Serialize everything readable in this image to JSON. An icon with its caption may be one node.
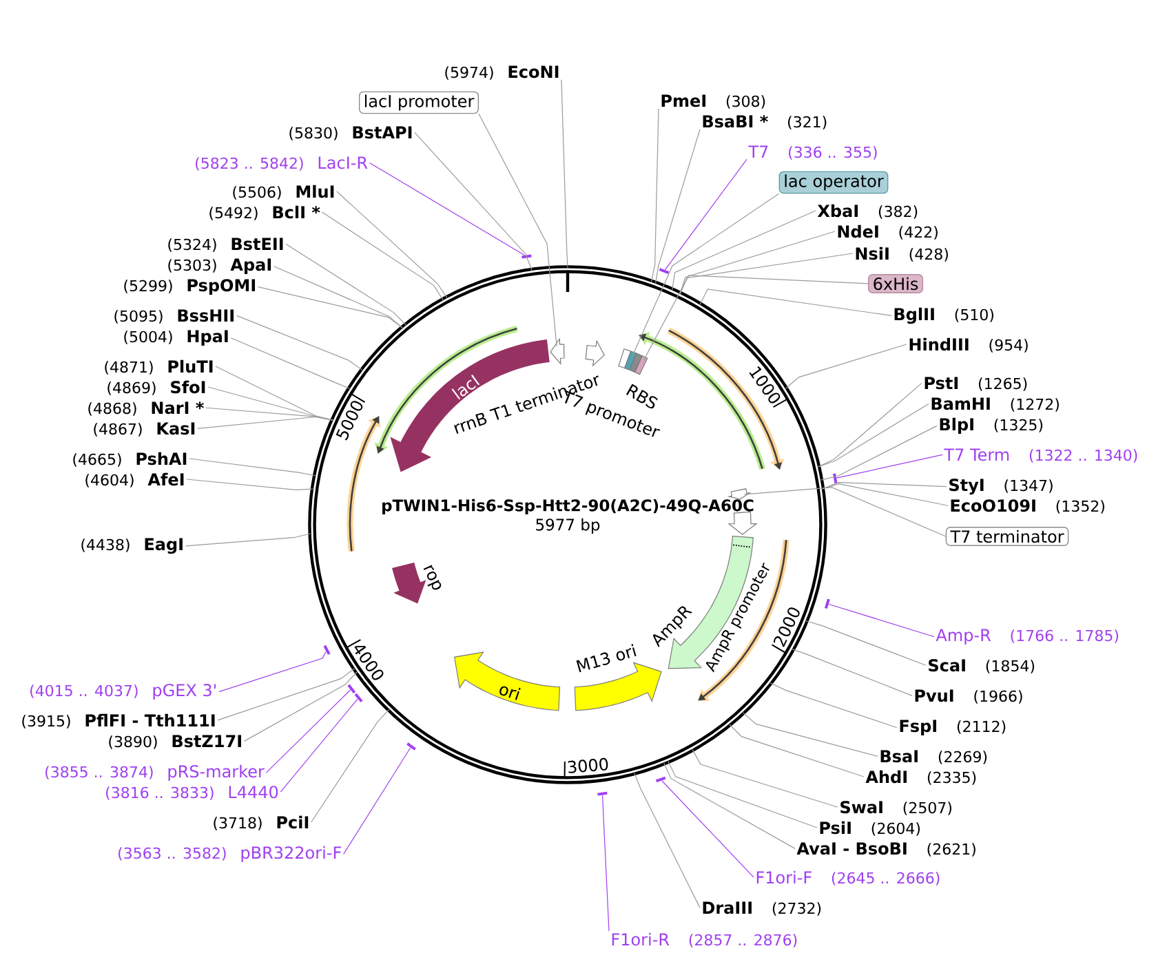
{
  "diagram": {
    "nodes": [
      {
        "text": [
          "pTWIN1-His6-Ssp-Htt2-90(A2C)-49Q-A60C",
          "5977 bp"
        ]
      },
      {
        "text": [
          "lacI"
        ],
        "in": 0
      },
      {
        "text": [],
        "shape": "arrow",
        "in": 0
      },
      {
        "text": [],
        "shape": "arrow",
        "beside": [
          "rrnB T1 terminator"
        ],
        "in": 0
      },
      {
        "text": [],
        "shape": "box",
        "beside": [
          "T7 promoter"
        ],
        "in": 0
      },
      {
        "text": [],
        "shape": "box",
        "in": 0
      },
      {
        "text": [],
        "shape": "box",
        "beside": [
          "RBS"
        ],
        "in": 0
      },
      {
        "text": [],
        "shape": "box",
        "in": 0
      },
      {
        "text": [],
        "shape": "arrow",
        "in": 0
      },
      {
        "text": [],
        "shape": "arrow",
        "in": 0
      },
      {
        "text": [],
        "shape": "arrow",
        "beside": [
          "AmpR"
        ],
        "in": 0
      },
      {
        "text": [],
        "shape": "arrow",
        "beside": [
          "M13 ori"
        ],
        "in": 0
      },
      {
        "text": [
          "ori"
        ],
        "in": 0
      },
      {
        "text": [],
        "shape": "arrow",
        "beside": [
          "rop"
        ],
        "in": 0
      },
      {
        "text": [
          "EcoNI"
        ],
        "beside": [
          "(5974)"
        ]
      },
      {
        "text": [
          "lacI promoter"
        ]
      },
      {
        "text": [
          "BstAPI"
        ],
        "beside": [
          "(5830)"
        ]
      },
      {
        "text": [
          "LacI-R"
        ],
        "beside": [
          "(5823 .. 5842)"
        ]
      },
      {
        "text": [
          "MluI"
        ],
        "beside": [
          "(5506)"
        ]
      },
      {
        "text": [
          "BclI *"
        ],
        "beside": [
          "(5492)"
        ]
      },
      {
        "text": [
          "BstEII"
        ],
        "beside": [
          "(5324)"
        ]
      },
      {
        "text": [
          "ApaI"
        ],
        "beside": [
          "(5303)"
        ]
      },
      {
        "text": [
          "PspOMI"
        ],
        "beside": [
          "(5299)"
        ]
      },
      {
        "text": [
          "BssHII"
        ],
        "beside": [
          "(5095)"
        ]
      },
      {
        "text": [
          "HpaI"
        ],
        "beside": [
          "(5004)"
        ]
      },
      {
        "text": [
          "PluTI"
        ],
        "beside": [
          "(4871)"
        ]
      },
      {
        "text": [
          "SfoI"
        ],
        "beside": [
          "(4869)"
        ]
      },
      {
        "text": [
          "NarI *"
        ],
        "beside": [
          "(4868)"
        ]
      },
      {
        "text": [
          "KasI"
        ],
        "beside": [
          "(4867)"
        ]
      },
      {
        "text": [
          "PshAI"
        ],
        "beside": [
          "(4665)"
        ]
      },
      {
        "text": [
          "AfeI"
        ],
        "beside": [
          "(4604)"
        ]
      },
      {
        "text": [
          "EagI"
        ],
        "beside": [
          "(4438)"
        ]
      },
      {
        "text": [
          "pGEX 3'"
        ],
        "beside": [
          "(4015 .. 4037)"
        ]
      },
      {
        "text": [
          "PflFI - Tth111I"
        ],
        "beside": [
          "(3915)"
        ]
      },
      {
        "text": [
          "BstZ17I"
        ],
        "beside": [
          "(3890)"
        ]
      },
      {
        "text": [
          "pRS-marker"
        ],
        "beside": [
          "(3855 .. 3874)"
        ]
      },
      {
        "text": [
          "L4440"
        ],
        "beside": [
          "(3816 .. 3833)"
        ]
      },
      {
        "text": [
          "PciI"
        ],
        "beside": [
          "(3718)"
        ]
      },
      {
        "text": [
          "pBR322ori-F"
        ],
        "beside": [
          "(3563 .. 3582)"
        ]
      },
      {
        "text": [
          "PmeI"
        ],
        "beside": [
          "(308)"
        ]
      },
      {
        "text": [
          "BsaBI *"
        ],
        "beside": [
          "(321)"
        ]
      },
      {
        "text": [
          "T7"
        ],
        "beside": [
          "(336 .. 355)"
        ]
      },
      {
        "text": [
          "lac operator"
        ]
      },
      {
        "text": [
          "XbaI"
        ],
        "beside": [
          "(382)"
        ]
      },
      {
        "text": [
          "NdeI"
        ],
        "beside": [
          "(422)"
        ]
      },
      {
        "text": [
          "NsiI"
        ],
        "beside": [
          "(428)"
        ]
      },
      {
        "text": [
          "6xHis"
        ]
      },
      {
        "text": [
          "BglII"
        ],
        "beside": [
          "(510)"
        ]
      },
      {
        "text": [
          "HindIII"
        ],
        "beside": [
          "(954)"
        ]
      },
      {
        "text": [
          "PstI"
        ],
        "beside": [
          "(1265)"
        ]
      },
      {
        "text": [
          "BamHI"
        ],
        "beside": [
          "(1272)"
        ]
      },
      {
        "text": [
          "BlpI"
        ],
        "beside": [
          "(1325)"
        ]
      },
      {
        "text": [
          "T7 Term"
        ],
        "beside": [
          "(1322 .. 1340)"
        ]
      },
      {
        "text": [
          "StyI"
        ],
        "beside": [
          "(1347)"
        ]
      },
      {
        "text": [
          "EcoO109I"
        ],
        "beside": [
          "(1352)"
        ]
      },
      {
        "text": [
          "T7 terminator"
        ]
      },
      {
        "text": [
          "Amp-R"
        ],
        "beside": [
          "(1766 .. 1785)"
        ]
      },
      {
        "text": [
          "ScaI"
        ],
        "beside": [
          "(1854)"
        ]
      },
      {
        "text": [
          "PvuI"
        ],
        "beside": [
          "(1966)"
        ]
      },
      {
        "text": [
          "FspI"
        ],
        "beside": [
          "(2112)"
        ]
      },
      {
        "text": [
          "BsaI"
        ],
        "beside": [
          "(2269)"
        ]
      },
      {
        "text": [
          "AhdI"
        ],
        "beside": [
          "(2335)"
        ]
      },
      {
        "text": [
          "SwaI"
        ],
        "beside": [
          "(2507)"
        ]
      },
      {
        "text": [
          "PsiI"
        ],
        "beside": [
          "(2604)"
        ]
      },
      {
        "text": [
          "AvaI - BsoBI"
        ],
        "beside": [
          "(2621)"
        ]
      },
      {
        "text": [
          "F1ori-F"
        ],
        "beside": [
          "(2645 .. 2666)"
        ]
      },
      {
        "text": [
          "DraIII"
        ],
        "beside": [
          "(2732)"
        ]
      },
      {
        "text": [
          "F1ori-R"
        ],
        "beside": [
          "(2857 .. 2876)"
        ]
      },
      {
        "text": [],
        "shape": "bar"
      },
      {
        "text": [],
        "shape": "bar"
      },
      {
        "text": [],
        "shape": "bar"
      },
      {
        "text": [],
        "shape": "bar"
      },
      {
        "text": [],
        "shape": "bar"
      },
      {
        "text": [],
        "shape": "bar"
      },
      {
        "text": [],
        "shape": "bar"
      },
      {
        "text": [],
        "shape": "bar"
      },
      {
        "text": [],
        "shape": "bar"
      },
      {
        "text": [],
        "shape": "bar"
      }
    ],
    "edges": [
      {
        "from": 14,
        "to": 0,
        "arrow": "none"
      },
      {
        "from": 15,
        "to": 2,
        "arrow": "none"
      },
      {
        "from": 16,
        "to": 0,
        "arrow": "none"
      },
      {
        "from": 17,
        "to": 68,
        "arrow": "none",
        "color": "#a040f0"
      },
      {
        "from": 18,
        "to": 0,
        "arrow": "none"
      },
      {
        "from": 19,
        "to": 0,
        "arrow": "none"
      },
      {
        "from": 20,
        "to": 0,
        "arrow": "none"
      },
      {
        "from": 21,
        "to": 0,
        "arrow": "none"
      },
      {
        "from": 22,
        "to": 0,
        "arrow": "none"
      },
      {
        "from": 23,
        "to": 0,
        "arrow": "none"
      },
      {
        "from": 24,
        "to": 0,
        "arrow": "none"
      },
      {
        "from": 25,
        "to": 0,
        "arrow": "none"
      },
      {
        "from": 26,
        "to": 0,
        "arrow": "none"
      },
      {
        "from": 27,
        "to": 0,
        "arrow": "none"
      },
      {
        "from": 28,
        "to": 0,
        "arrow": "none"
      },
      {
        "from": 29,
        "to": 0,
        "arrow": "none"
      },
      {
        "from": 30,
        "to": 0,
        "arrow": "none"
      },
      {
        "from": 31,
        "to": 0,
        "arrow": "none"
      },
      {
        "from": 32,
        "to": 72,
        "arrow": "none",
        "color": "#a040f0"
      },
      {
        "from": 33,
        "to": 0,
        "arrow": "none"
      },
      {
        "from": 34,
        "to": 0,
        "arrow": "none"
      },
      {
        "from": 35,
        "to": 73,
        "arrow": "none",
        "color": "#a040f0"
      },
      {
        "from": 36,
        "to": 74,
        "arrow": "none",
        "color": "#a040f0"
      },
      {
        "from": 37,
        "to": 0,
        "arrow": "none"
      },
      {
        "from": 38,
        "to": 75,
        "arrow": "none",
        "color": "#a040f0"
      },
      {
        "from": 39,
        "to": 0,
        "arrow": "none"
      },
      {
        "from": 40,
        "to": 0,
        "arrow": "none"
      },
      {
        "from": 41,
        "to": 69,
        "arrow": "none",
        "color": "#a040f0"
      },
      {
        "from": 42,
        "to": 5,
        "arrow": "none"
      },
      {
        "from": 43,
        "to": 0,
        "arrow": "none"
      },
      {
        "from": 44,
        "to": 0,
        "arrow": "none"
      },
      {
        "from": 45,
        "to": 0,
        "arrow": "none"
      },
      {
        "from": 46,
        "to": 7,
        "arrow": "none"
      },
      {
        "from": 47,
        "to": 0,
        "arrow": "none"
      },
      {
        "from": 48,
        "to": 0,
        "arrow": "none"
      },
      {
        "from": 49,
        "to": 0,
        "arrow": "none"
      },
      {
        "from": 50,
        "to": 0,
        "arrow": "none"
      },
      {
        "from": 51,
        "to": 0,
        "arrow": "none"
      },
      {
        "from": 52,
        "to": 70,
        "arrow": "none",
        "color": "#a040f0"
      },
      {
        "from": 53,
        "to": 0,
        "arrow": "none"
      },
      {
        "from": 54,
        "to": 0,
        "arrow": "none"
      },
      {
        "from": 55,
        "to": 8,
        "arrow": "none"
      },
      {
        "from": 56,
        "to": 71,
        "arrow": "none",
        "color": "#a040f0"
      },
      {
        "from": 57,
        "to": 0,
        "arrow": "none"
      },
      {
        "from": 58,
        "to": 0,
        "arrow": "none"
      },
      {
        "from": 59,
        "to": 0,
        "arrow": "none"
      },
      {
        "from": 60,
        "to": 0,
        "arrow": "none"
      },
      {
        "from": 61,
        "to": 0,
        "arrow": "none"
      },
      {
        "from": 62,
        "to": 0,
        "arrow": "none"
      },
      {
        "from": 63,
        "to": 0,
        "arrow": "none"
      },
      {
        "from": 64,
        "to": 0,
        "arrow": "none"
      },
      {
        "from": 65,
        "to": 76,
        "arrow": "none",
        "color": "#a040f0"
      },
      {
        "from": 66,
        "to": 0,
        "arrow": "none"
      },
      {
        "from": 67,
        "to": 77,
        "arrow": "none",
        "color": "#a040f0"
      }
    ],
    "labels": [
      "1000",
      "2000",
      "3000",
      "4000",
      "5000",
      "AmpR promoter"
    ]
  }
}
